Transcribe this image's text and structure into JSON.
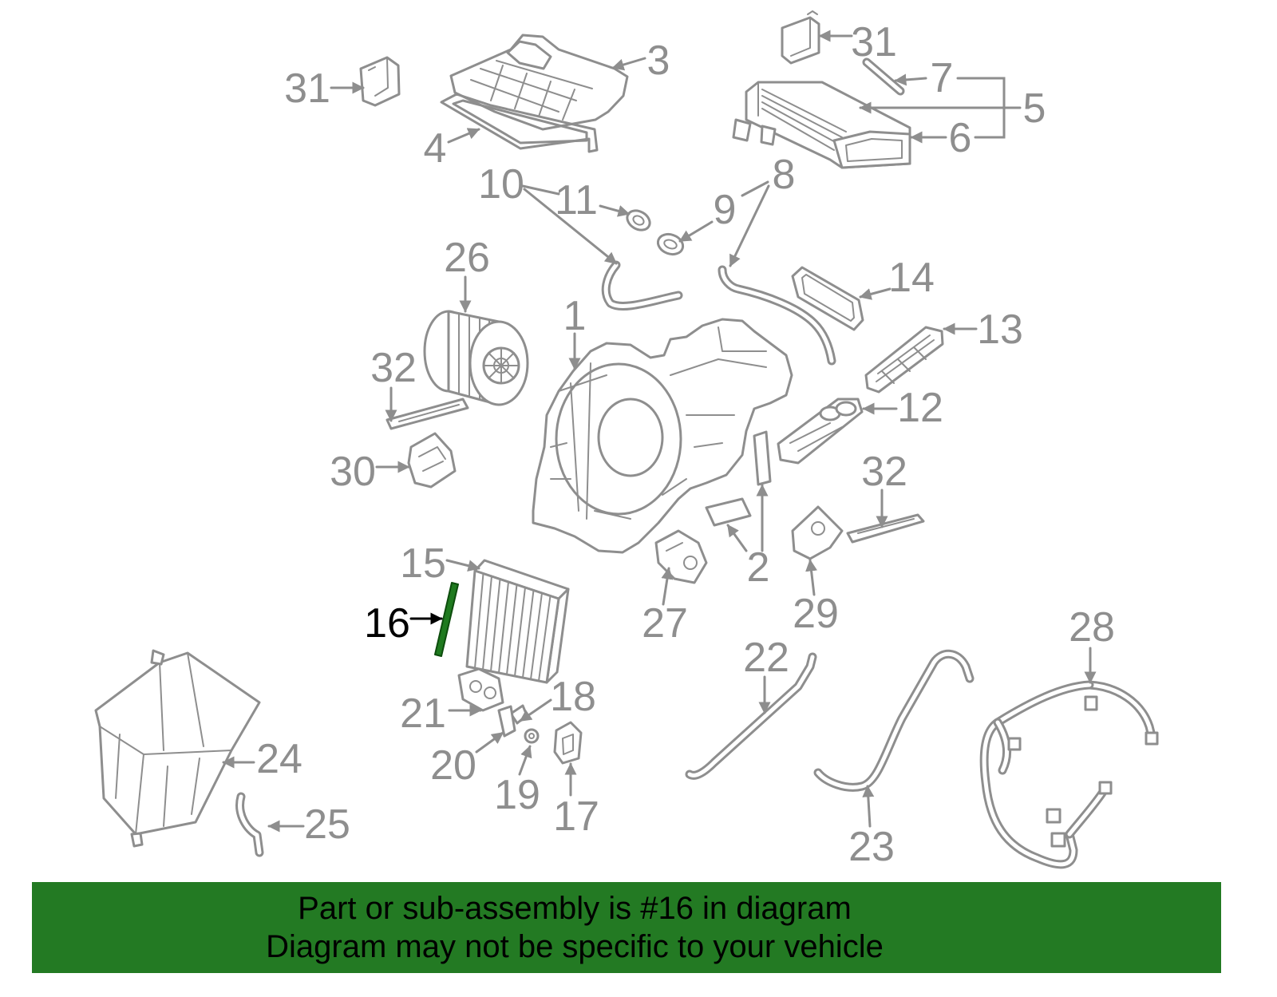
{
  "callouts": [
    {
      "label": "31"
    },
    {
      "label": "3"
    },
    {
      "label": "31"
    },
    {
      "label": "7"
    },
    {
      "label": "5"
    },
    {
      "label": "6"
    },
    {
      "label": "4"
    },
    {
      "label": "10"
    },
    {
      "label": "11"
    },
    {
      "label": "8"
    },
    {
      "label": "9"
    },
    {
      "label": "26"
    },
    {
      "label": "14"
    },
    {
      "label": "1"
    },
    {
      "label": "13"
    },
    {
      "label": "32"
    },
    {
      "label": "12"
    },
    {
      "label": "30"
    },
    {
      "label": "32"
    },
    {
      "label": "15"
    },
    {
      "label": "2"
    },
    {
      "label": "16"
    },
    {
      "label": "27"
    },
    {
      "label": "29"
    },
    {
      "label": "28"
    },
    {
      "label": "22"
    },
    {
      "label": "18"
    },
    {
      "label": "21"
    },
    {
      "label": "24"
    },
    {
      "label": "20"
    },
    {
      "label": "19"
    },
    {
      "label": "17"
    },
    {
      "label": "25"
    },
    {
      "label": "23"
    }
  ],
  "banner": {
    "line1": "Part or sub-assembly is #16 in diagram",
    "line2": "Diagram may not be specific to your vehicle"
  },
  "colors": {
    "line": "#8e8e8e",
    "text": "#8e8e8e",
    "highlight_part": "#1f7a1f",
    "highlight_text": "#000000",
    "banner": "#237a23",
    "banner_text": "#000000"
  }
}
